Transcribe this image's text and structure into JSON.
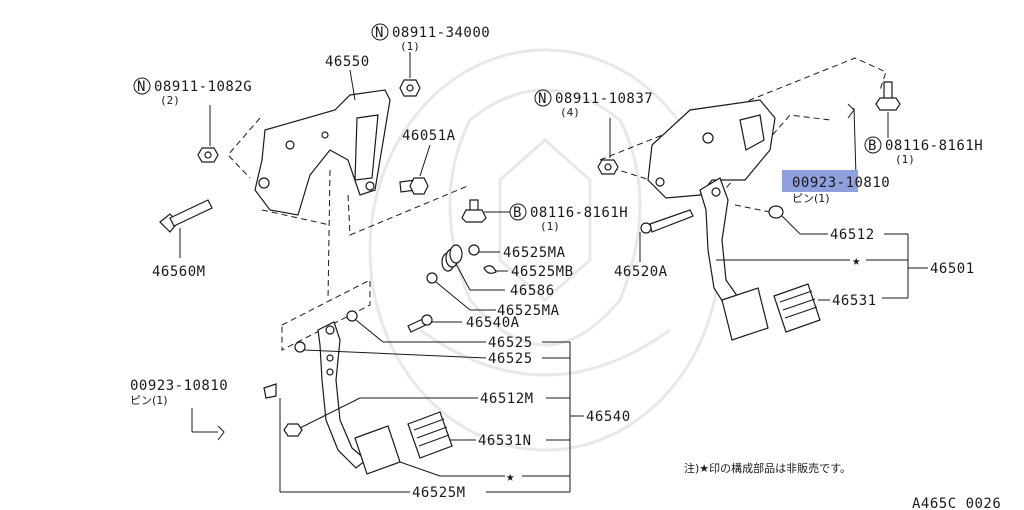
{
  "diagram": {
    "callouts": {
      "n_08911_34000": "08911-34000",
      "n_08911_34000_qty": "(1)",
      "n_08911_1082g": "08911-1082G",
      "n_08911_1082g_qty": "(2)",
      "n_08911_10837": "08911-10837",
      "n_08911_10837_qty": "(4)",
      "b_08116_8161h_left": "08116-8161H",
      "b_08116_8161h_left_qty": "(1)",
      "b_08116_8161h_right": "08116-8161H",
      "b_08116_8161h_right_qty": "(1)",
      "p46550": "46550",
      "p46051a": "46051A",
      "p46560m": "46560M",
      "p46525ma_1": "46525MA",
      "p46525mb": "46525MB",
      "p46586": "46586",
      "p46525ma_2": "46525MA",
      "p46540a": "46540A",
      "p46525_1": "46525",
      "p46525_2": "46525",
      "p46512m": "46512M",
      "p46540": "46540",
      "p46531n": "46531N",
      "p46525m": "46525M",
      "pin_left_code": "00923-10810",
      "pin_left_text": "ピン(1)",
      "pin_right_code": "00923-10810",
      "pin_right_text": "ピン(1)",
      "p46512": "46512",
      "p46501": "46501",
      "p46520a": "46520A",
      "p46531": "46531"
    },
    "circle_letters": {
      "n": "N",
      "b": "B"
    },
    "star": "★",
    "note": "注)★印の構成部品は非販売です。",
    "figure_code": "A465C 0026",
    "highlight_color": "#8fa0dc"
  }
}
